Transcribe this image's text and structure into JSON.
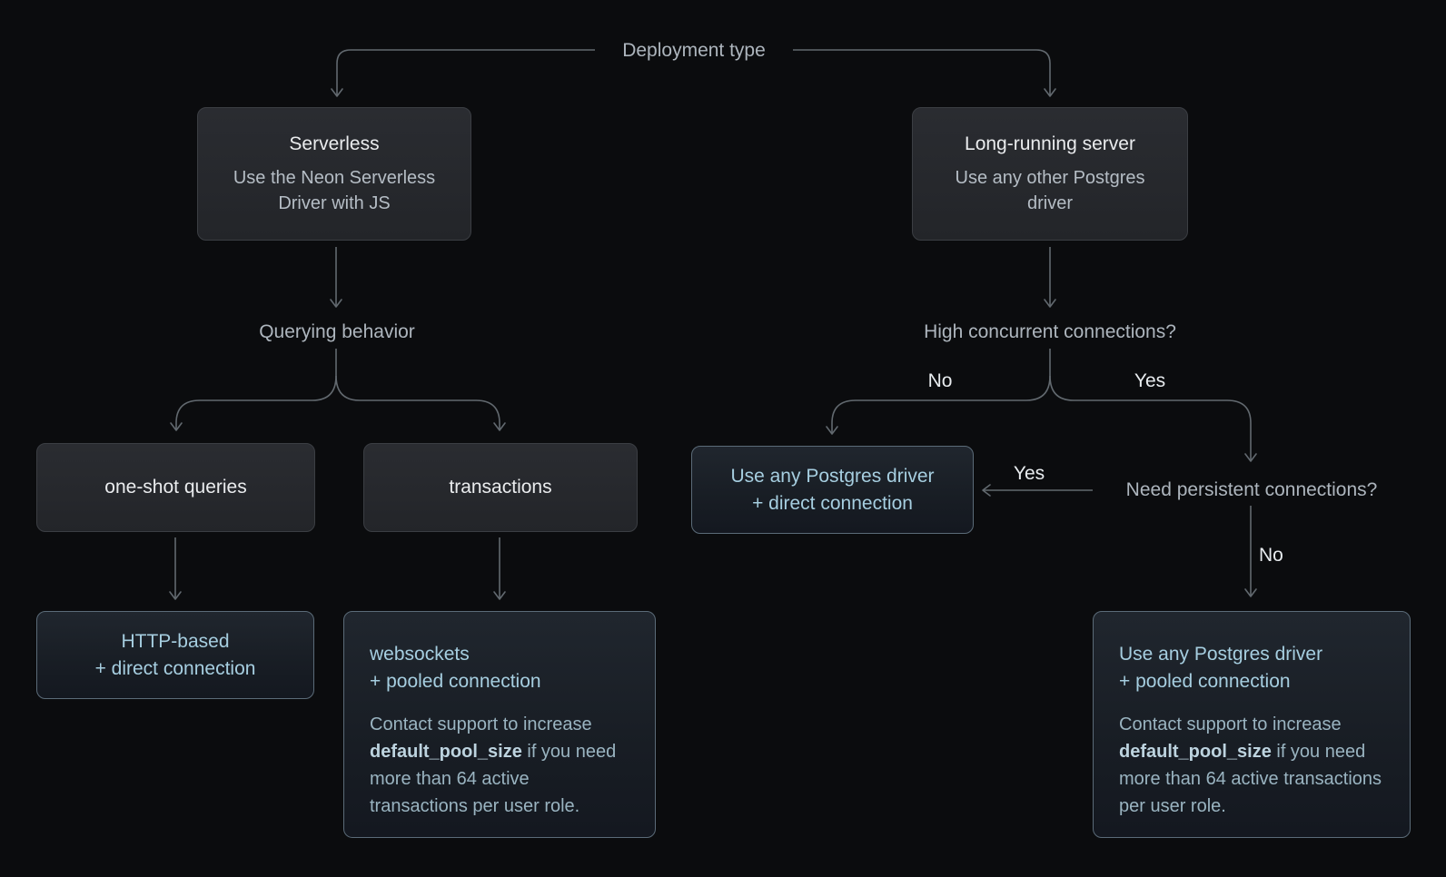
{
  "diagram": {
    "title_hint": "Postgres driver decision flowchart",
    "labels": {
      "deployment_type": "Deployment type",
      "querying_behavior": "Querying behavior",
      "high_concurrent": "High concurrent connections?",
      "need_persistent": "Need persistent connections?",
      "branch_no_left": "No",
      "branch_yes_right": "Yes",
      "branch_yes_to_direct": "Yes",
      "branch_no_down": "No"
    },
    "nodes": {
      "serverless": {
        "title": "Serverless",
        "subtitle": "Use the Neon Serverless Driver with JS"
      },
      "long_running": {
        "title": "Long-running server",
        "subtitle": "Use any other Postgres driver"
      },
      "one_shot": {
        "title": "one-shot queries"
      },
      "transactions": {
        "title": "transactions"
      },
      "http_based": {
        "line1": "HTTP-based",
        "line2": "+ direct connection"
      },
      "websockets": {
        "line1": "websockets",
        "line2": "+ pooled connection",
        "note_pre": "Contact support to increase ",
        "note_bold": "default_pool_size",
        "note_post": " if you need more than 64 active transactions per user role."
      },
      "use_direct": {
        "line1": "Use any Postgres driver",
        "line2": "+ direct connection"
      },
      "use_pooled": {
        "line1": "Use any Postgres driver",
        "line2": "+ pooled connection",
        "note_pre": "Contact support to increase ",
        "note_bold": "default_pool_size",
        "note_post": " if you need more than 64 active transactions per user role."
      }
    },
    "colors": {
      "background": "#0b0c0e",
      "arrow": "#62696f",
      "label_text": "#adb5bd",
      "branch_label_text": "#e8ecef",
      "gray_box_border": "#3b3e43",
      "gray_box_title": "#eaecee",
      "gray_box_subtitle": "#b5bdc5",
      "blue_box_border": "#5b6b78",
      "blue_box_text": "#a6cee0",
      "blue_box_note": "#9ab4c1",
      "blue_box_note_bold": "#bdd3df"
    }
  }
}
